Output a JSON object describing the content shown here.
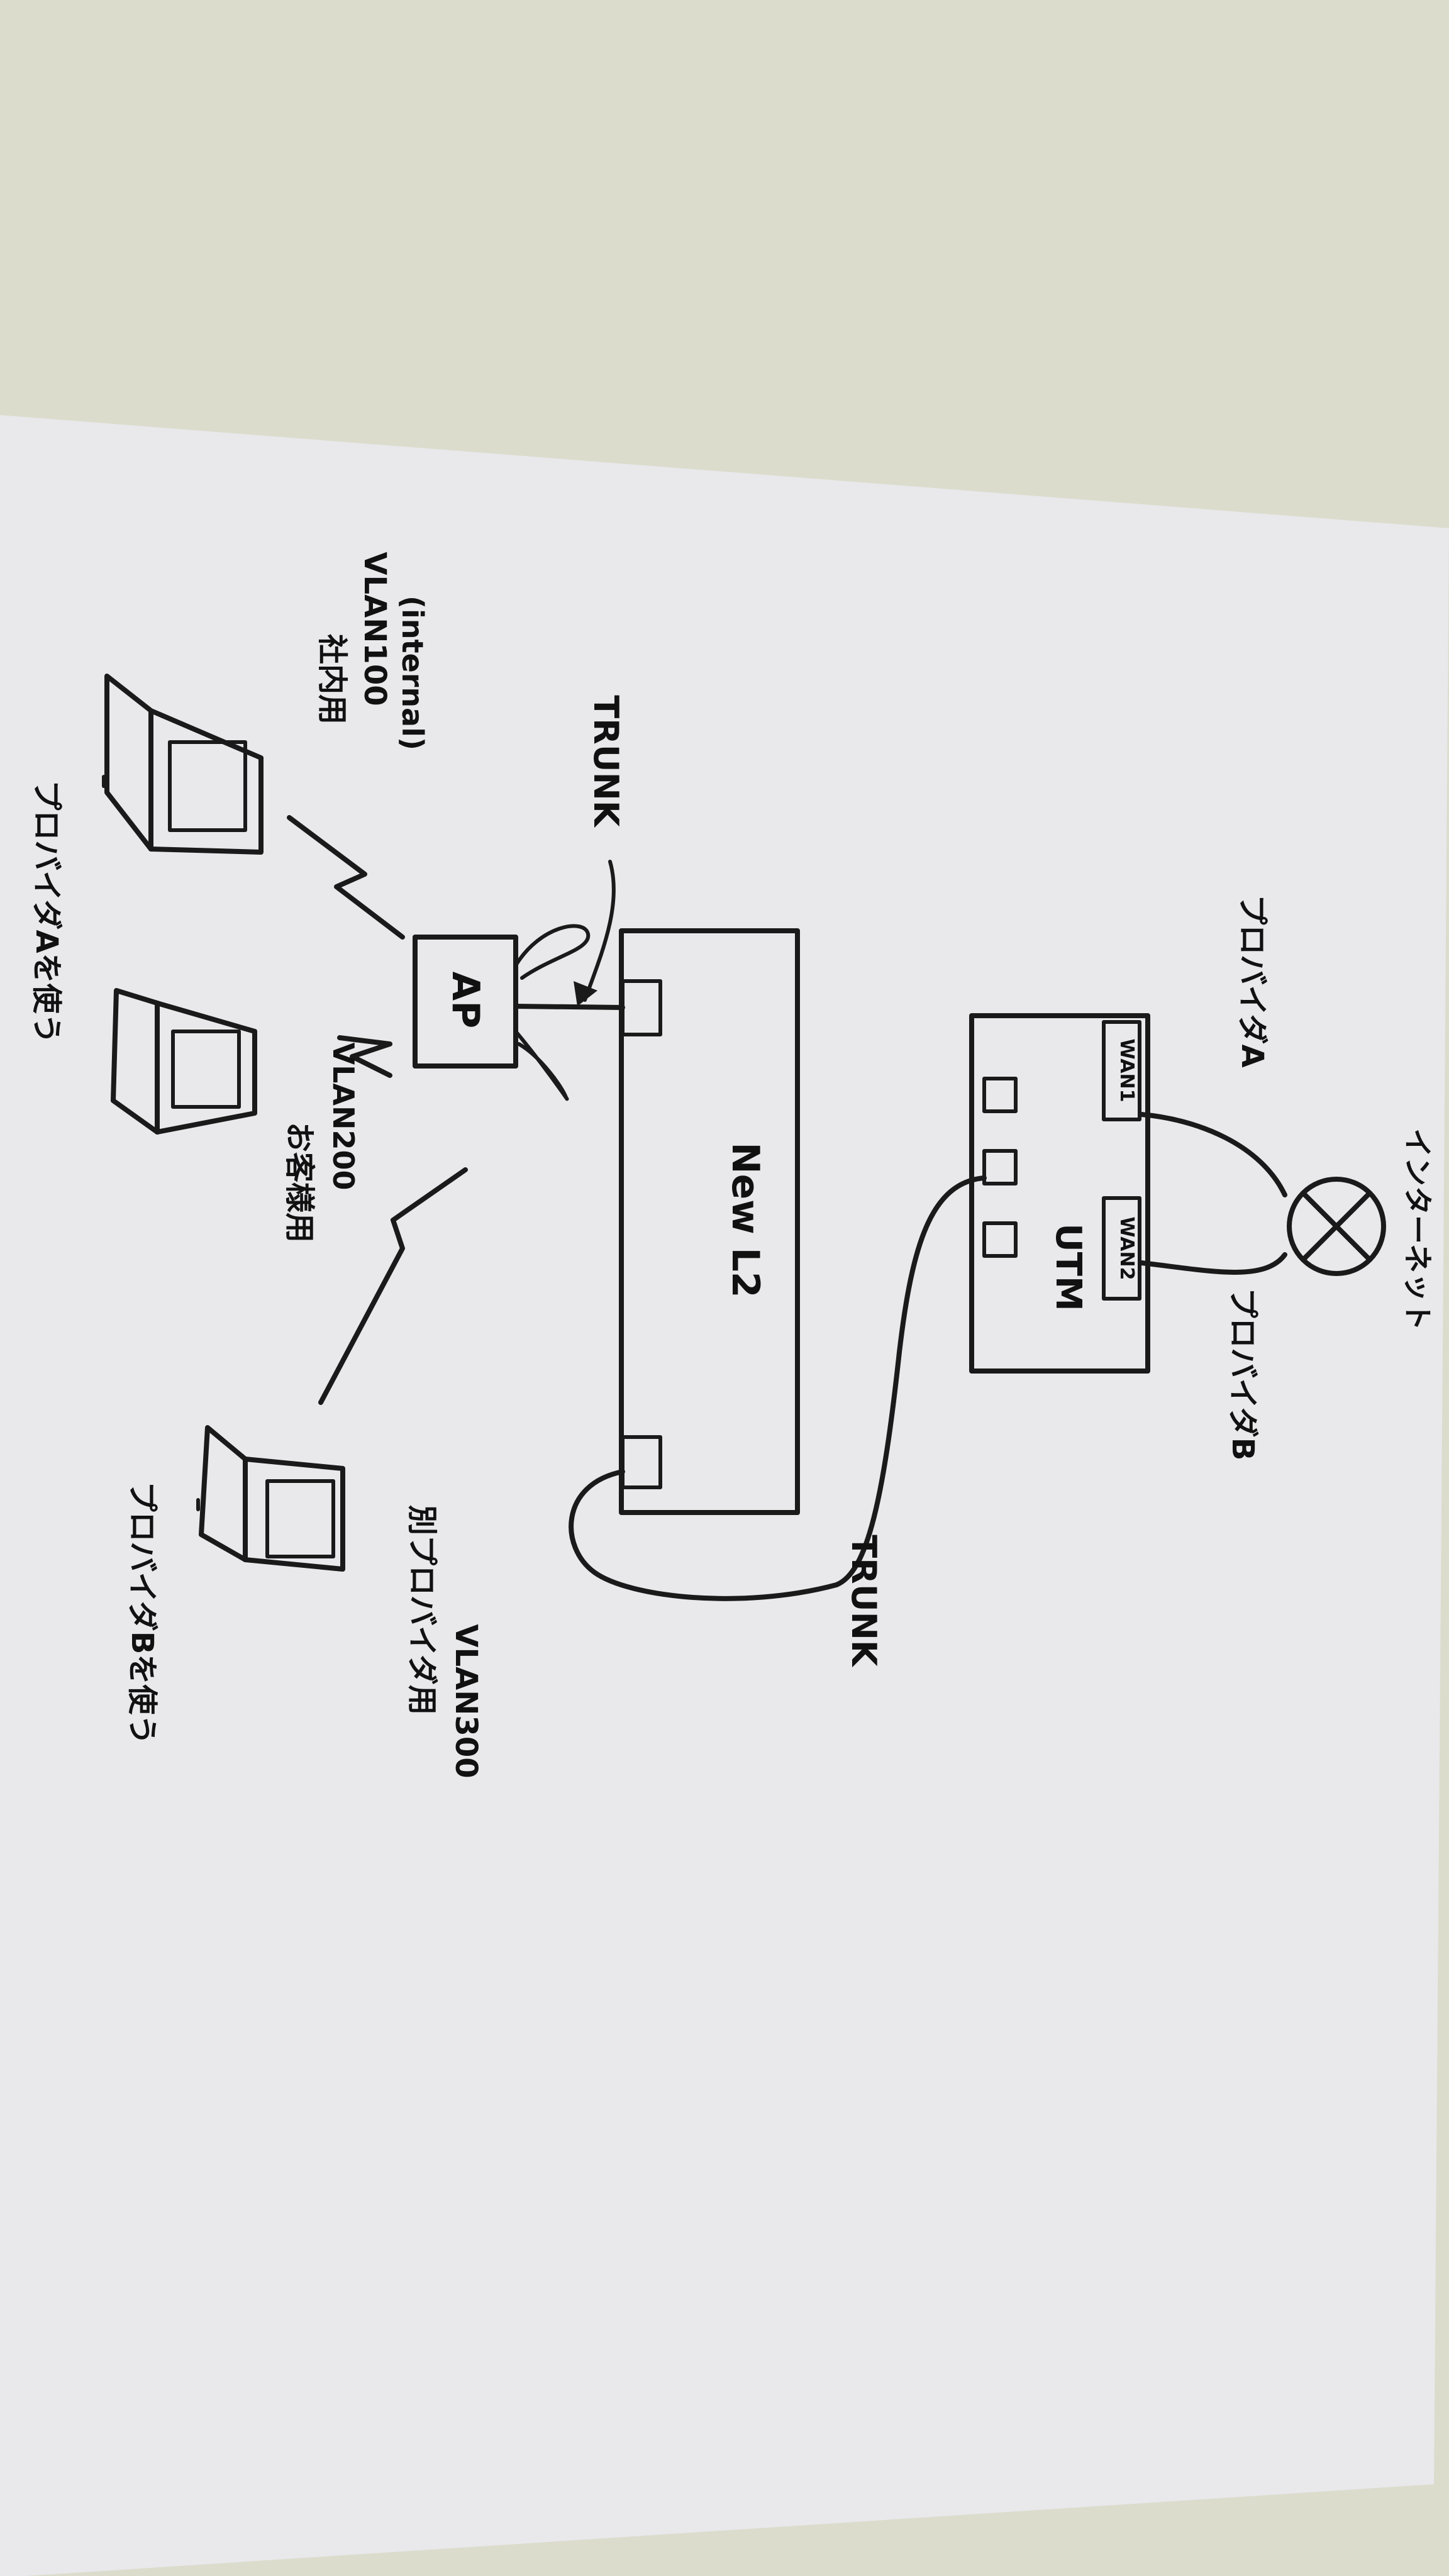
{
  "diagram": {
    "internet": "インターネット",
    "provider_a": "プロバイダA",
    "provider_b": "プロバイダB",
    "utm": {
      "label": "UTM",
      "wan1": "WAN1",
      "wan2": "WAN2"
    },
    "switch": "New L2",
    "access_point": "AP",
    "trunk_ap": "TRUNK",
    "trunk_utm": "TRUNK",
    "vlan100": {
      "tag": "(internal)",
      "id": "VLAN100",
      "purpose": "社内用",
      "client_note": "プロバイダAを使う"
    },
    "vlan200": {
      "id": "VLAN200",
      "purpose": "お客様用"
    },
    "vlan300": {
      "id": "VLAN300",
      "purpose": "別プロバイダ用",
      "client_note": "プロバイダBを使う"
    }
  },
  "colors": {
    "background": "#dcdccd",
    "paper": "#e9e9ec",
    "ink": "#1a1a1a"
  }
}
